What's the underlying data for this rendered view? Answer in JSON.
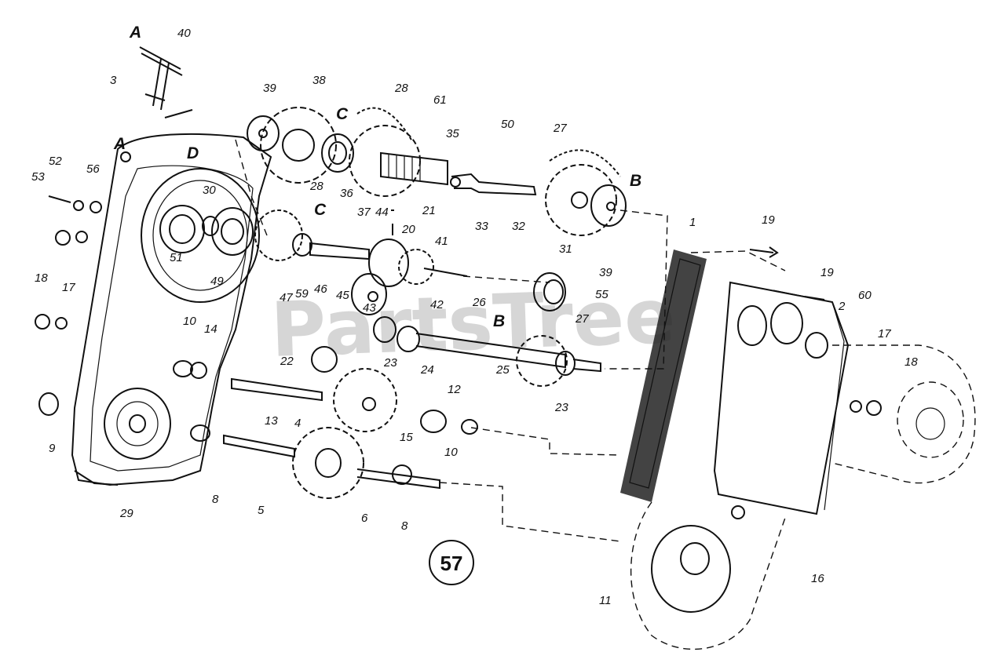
{
  "diagram": {
    "watermark": "PartsTree",
    "figure_number": "57",
    "markers": [
      "A",
      "A",
      "C",
      "C",
      "B",
      "B",
      "D"
    ],
    "callouts": [
      "40",
      "3",
      "39",
      "38",
      "28",
      "61",
      "35",
      "50",
      "27",
      "52",
      "56",
      "53",
      "30",
      "28",
      "44",
      "21",
      "20",
      "41",
      "33",
      "32",
      "31",
      "39",
      "37",
      "36",
      "51",
      "49",
      "47",
      "59",
      "46",
      "45",
      "43",
      "42",
      "26",
      "55",
      "1",
      "19",
      "19",
      "2",
      "60",
      "18",
      "17",
      "10",
      "14",
      "22",
      "23",
      "24",
      "25",
      "23",
      "27",
      "12",
      "15",
      "13",
      "4",
      "10",
      "9",
      "8",
      "5",
      "6",
      "8",
      "29",
      "17",
      "18",
      "16",
      "11"
    ]
  }
}
